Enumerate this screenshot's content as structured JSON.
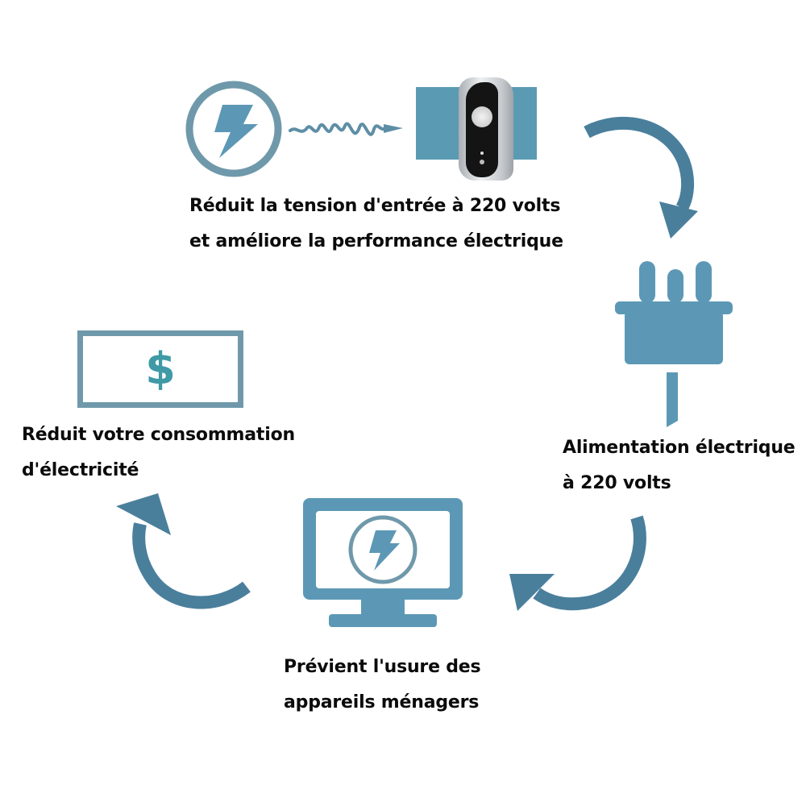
{
  "diagram": {
    "title": "Energy saver cycle",
    "colors": {
      "icon_blue": "#5c98b5",
      "arrow_blue": "#4a7f9c",
      "ring_gray": "#6f99aa",
      "dollar_teal": "#3f9aa6",
      "text": "#0b0b0b",
      "device_black": "#161616",
      "device_silver": "#c9cdd1"
    },
    "steps": [
      {
        "id": "step-voltage",
        "icon": "lightning-to-device-icon",
        "lines": [
          "Réduit la tension d'entrée à 220 volts",
          "et améliore la performance électrique"
        ]
      },
      {
        "id": "step-supply",
        "icon": "power-plug-icon",
        "lines": [
          "Alimentation électrique",
          "à 220 volts"
        ]
      },
      {
        "id": "step-appliances",
        "icon": "monitor-lightning-icon",
        "lines": [
          "Prévient l'usure des",
          "appareils ménagers"
        ]
      },
      {
        "id": "step-consumption",
        "icon": "dollar-bill-icon",
        "lines": [
          "Réduit votre consommation",
          "d'électricité"
        ]
      }
    ],
    "dollar_symbol": "$"
  }
}
